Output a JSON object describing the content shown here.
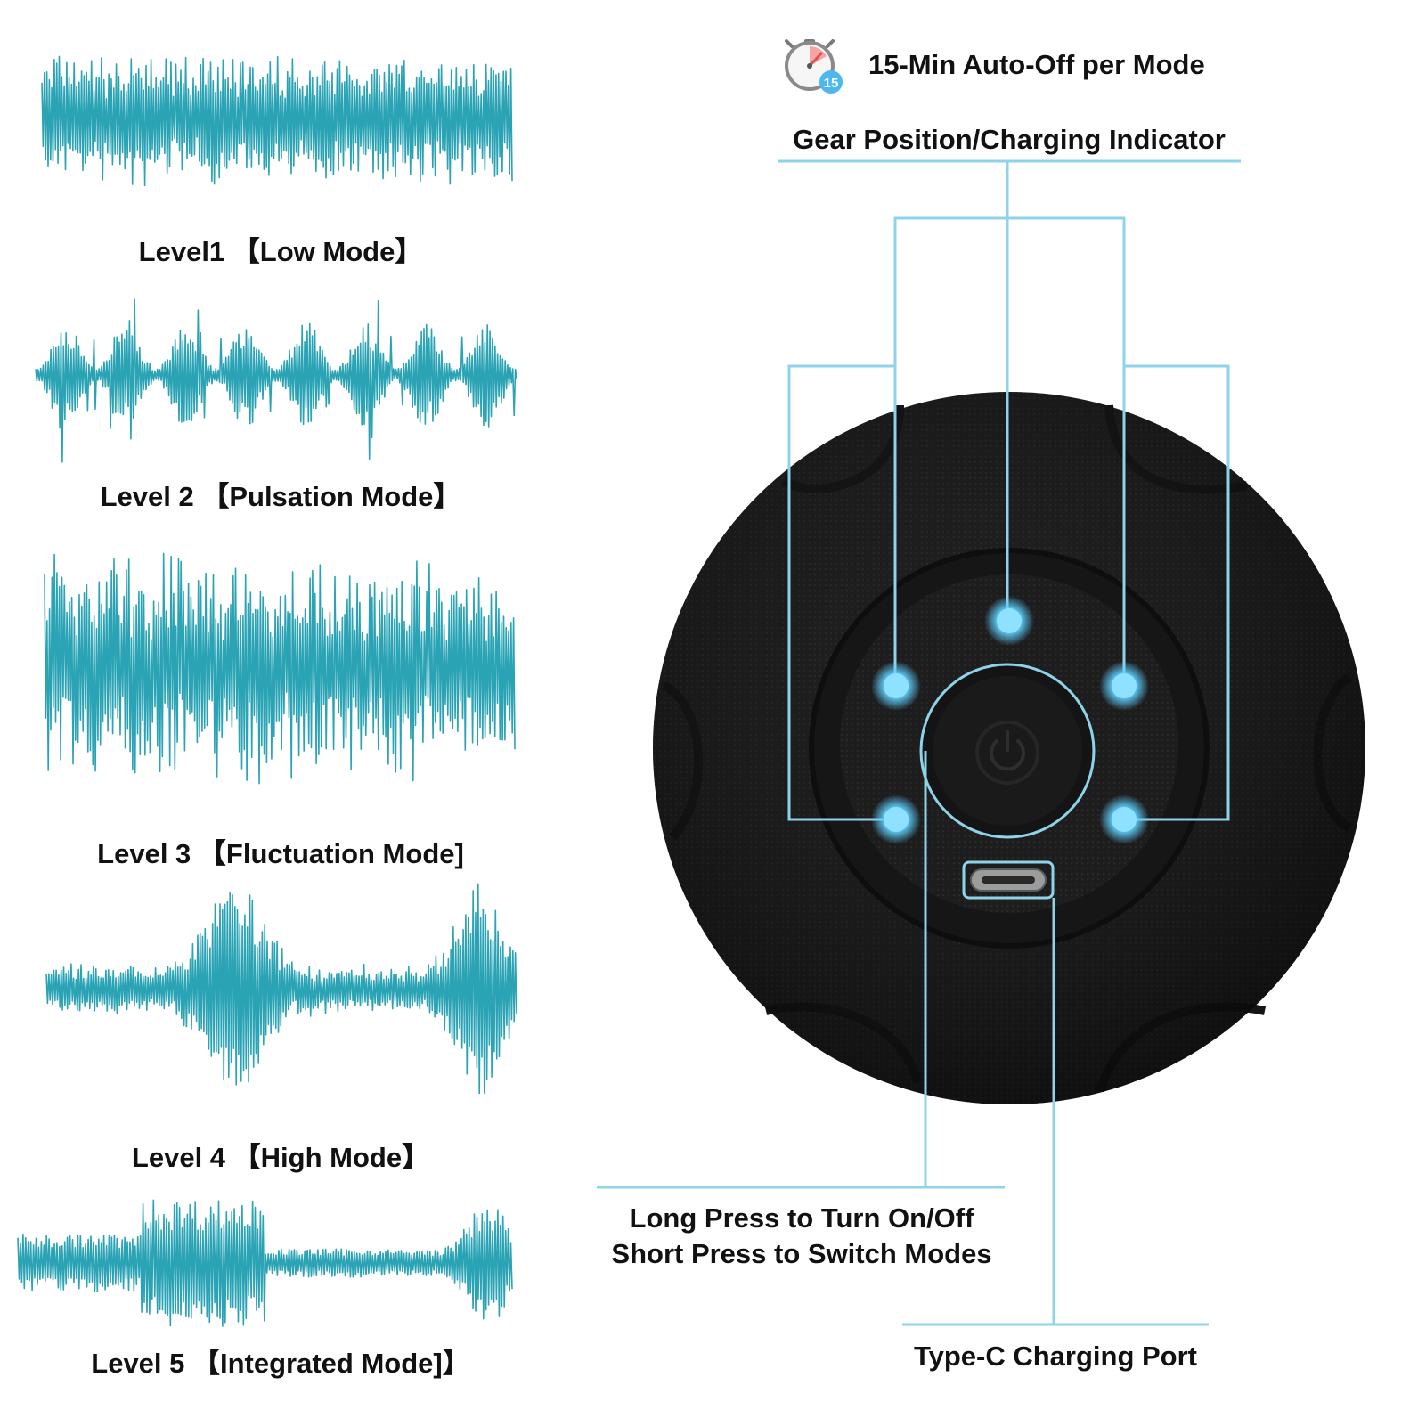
{
  "colors": {
    "wave": "#2aa3b4",
    "callout_line": "#8fd3ea",
    "led": "#5ed0ff",
    "device_body": "#1b1b1b",
    "text": "#111111"
  },
  "waveforms": [
    {
      "label": "Level1 【Low Mode】",
      "pattern": "uniform-dense"
    },
    {
      "label": "Level 2 【Pulsation Mode】",
      "pattern": "pulsed-bursts"
    },
    {
      "label": "Level 3 【Fluctuation Mode]",
      "pattern": "tall-spikes"
    },
    {
      "label": "Level 4 【High Mode】",
      "pattern": "two-swells"
    },
    {
      "label": "Level 5 【Integrated Mode]】",
      "pattern": "mixed"
    }
  ],
  "device": {
    "auto_off_icon": "stopwatch-icon",
    "auto_off_badge": "15",
    "auto_off_label": "15-Min Auto-Off per Mode",
    "indicator_label": "Gear Position/Charging Indicator",
    "power_icon": "power-icon",
    "power_label_line1": "Long Press to Turn On/Off",
    "power_label_line2": "Short Press to Switch Modes",
    "port_icon": "usb-c-port-icon",
    "port_label": "Type-C Charging Port",
    "led_count": 5
  }
}
